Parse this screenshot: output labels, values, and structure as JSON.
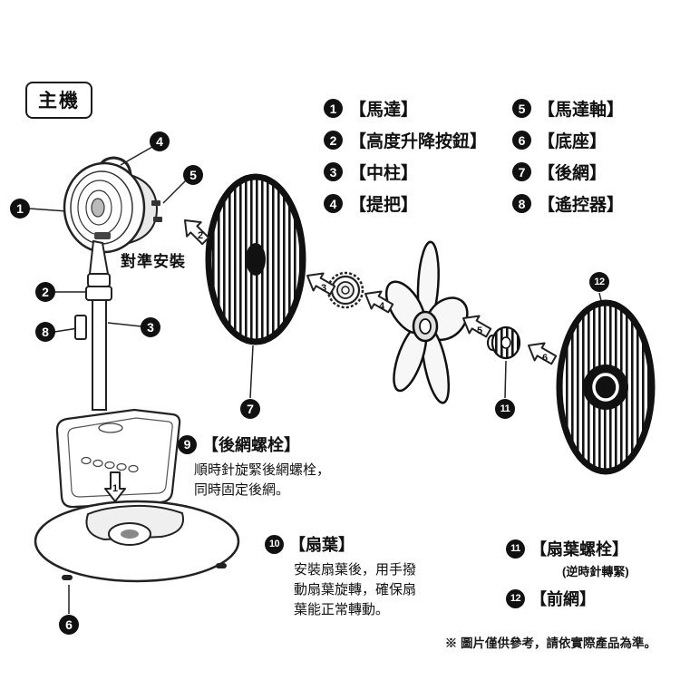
{
  "page": {
    "section_label": "主機",
    "align_label": "對準安裝",
    "footnote": "※ 圖片僅供參考，請依實際產品為準。"
  },
  "callouts": {
    "n1": "1",
    "n2": "2",
    "n3": "3",
    "n4": "4",
    "n5": "5",
    "n6": "6",
    "n7": "7",
    "n8": "8",
    "n9": "9",
    "n10": "10",
    "n11": "11",
    "n12": "12"
  },
  "steps": {
    "s1": "1",
    "s2": "2",
    "s3": "3",
    "s4": "4",
    "s5": "5",
    "s6": "6"
  },
  "legend": {
    "col1": [
      {
        "num": "1",
        "label": "【馬達】"
      },
      {
        "num": "2",
        "label": "【高度升降按鈕】"
      },
      {
        "num": "3",
        "label": "【中柱】"
      },
      {
        "num": "4",
        "label": "【提把】"
      }
    ],
    "col2": [
      {
        "num": "5",
        "label": "【馬達軸】"
      },
      {
        "num": "6",
        "label": "【底座】"
      },
      {
        "num": "7",
        "label": "【後網】"
      },
      {
        "num": "8",
        "label": "【遙控器】"
      }
    ]
  },
  "notes": {
    "n9": {
      "num": "9",
      "title": "【後網螺栓】",
      "body": "順時針旋緊後網螺栓，\n同時固定後網。"
    },
    "n10": {
      "num": "10",
      "title": "【扇葉】",
      "body": "安裝扇葉後，用手撥\n動扇葉旋轉，確保扇\n葉能正常轉動。"
    },
    "n11": {
      "num": "11",
      "title": "【扇葉螺栓】",
      "sub": "(逆時針轉緊)"
    },
    "n12": {
      "num": "12",
      "title": "【前網】"
    }
  }
}
